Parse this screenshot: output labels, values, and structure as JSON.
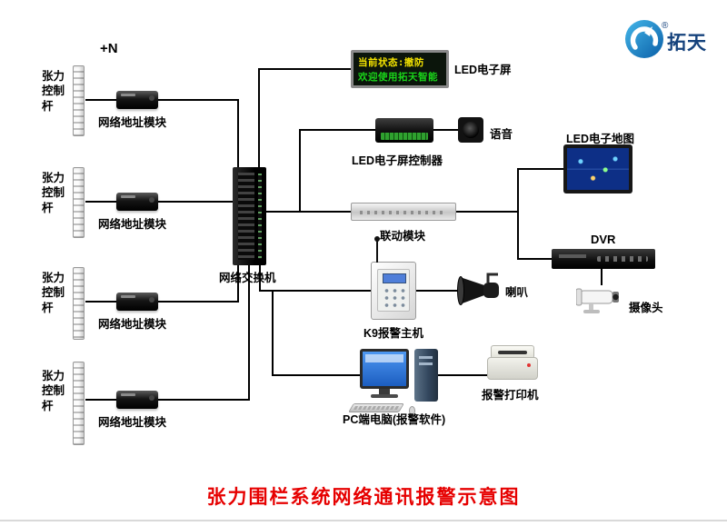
{
  "page": {
    "plus_n": "+N",
    "title": "张力围栏系统网络通讯报警示意图"
  },
  "logo": {
    "brand": "拓天",
    "registered": "®"
  },
  "led_screen": {
    "label": "LED电子屏",
    "line1": "当前状态:撤防",
    "line2": "欢迎使用拓天智能"
  },
  "labels": {
    "pole": "张力控制杆",
    "module": "网络地址模块",
    "switch": "网络交换机",
    "led_controller": "LED电子屏控制器",
    "voice": "语音",
    "linkage": "联动模块",
    "led_map": "LED电子地图",
    "dvr": "DVR",
    "camera": "摄像头",
    "k9": "K9报警主机",
    "horn": "喇叭",
    "pc": "PC端电脑(报警软件)",
    "printer": "报警打印机"
  },
  "colors": {
    "title_red": "#e60000",
    "led_text_top": "#f5e400",
    "led_text_bottom": "#1ad41a",
    "wire_black": "#000000",
    "logo_blue": "#1b7fc4",
    "brand_navy": "#15427c",
    "map_screen_blue": "#0d2f86",
    "pc_screen_blue": "#2e7ad8"
  }
}
